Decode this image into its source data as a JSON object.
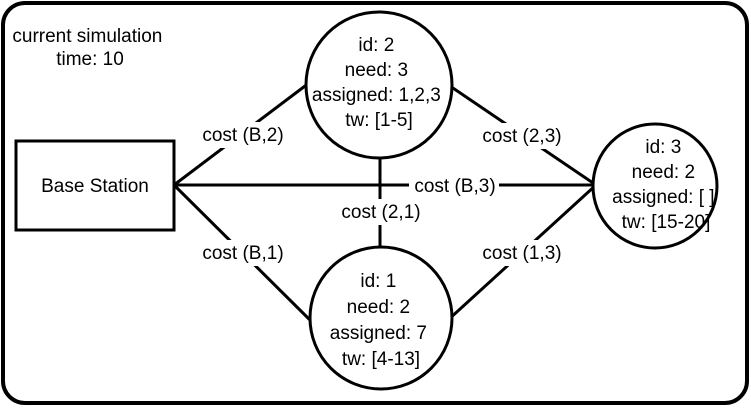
{
  "sim": {
    "line1": "current simulation",
    "line2": "time: 10"
  },
  "base": {
    "label": "Base Station"
  },
  "nodes": [
    {
      "id_text": "id: 2",
      "need_text": "need: 3",
      "assigned_text": "assigned: 1,2,3",
      "tw_text": "tw: [1-5]"
    },
    {
      "id_text": "id: 3",
      "need_text": "need: 2",
      "assigned_text": "assigned: [ ]",
      "tw_text": "tw: [15-20]"
    },
    {
      "id_text": "id: 1",
      "need_text": "need: 2",
      "assigned_text": "assigned: 7",
      "tw_text": "tw: [4-13]"
    }
  ],
  "edges": {
    "b2": "cost (B,2)",
    "b3": "cost (B,3)",
    "b1": "cost (B,1)",
    "e23": "cost (2,3)",
    "e21": "cost (2,1)",
    "e13": "cost (1,3)"
  },
  "colors": {
    "stroke": "#000000",
    "fill": "#ffffff"
  }
}
